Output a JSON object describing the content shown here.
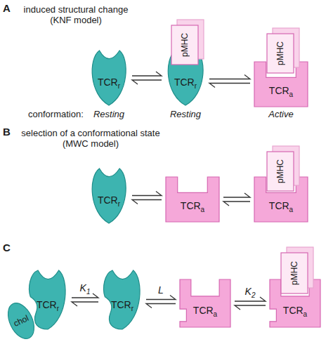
{
  "diagram": {
    "nodes": [
      {
        "text": [
          "TCRr"
        ]
      },
      {
        "text": [
          "pMHC"
        ]
      },
      {
        "text": [
          "TCRr"
        ]
      },
      {
        "text": [
          "pMHC"
        ]
      },
      {
        "text": [
          "TCRa"
        ]
      },
      {
        "text": [
          "TCRr"
        ]
      },
      {
        "text": [
          "TCRa"
        ]
      },
      {
        "text": [
          "pMHC"
        ]
      },
      {
        "text": [
          "TCRa"
        ]
      },
      {
        "text": [
          "chol"
        ]
      },
      {
        "text": [
          "TCRr"
        ]
      },
      {
        "text": [
          "TCRr"
        ]
      },
      {
        "text": [
          "TCRa"
        ]
      },
      {
        "text": [
          "pMHC"
        ]
      },
      {
        "text": [
          "TCRa"
        ]
      }
    ],
    "edges": [
      {
        "from": 0,
        "to": 2,
        "arrow": "both"
      },
      {
        "from": 2,
        "to": 4,
        "arrow": "both"
      },
      {
        "from": 5,
        "to": 6,
        "arrow": "both"
      },
      {
        "from": 6,
        "to": 8,
        "arrow": "both"
      },
      {
        "from": 10,
        "to": 11,
        "label": "K1",
        "arrow": "both"
      },
      {
        "from": 11,
        "to": 12,
        "label": "L",
        "arrow": "both"
      },
      {
        "from": 12,
        "to": 14,
        "label": "K2",
        "arrow": "both"
      }
    ],
    "labels": [
      "A",
      "induced structural change (KNF model)",
      "conformation:",
      "Resting",
      "Resting",
      "Active",
      "B",
      "selection of a conformational state (MWC model)",
      "C"
    ]
  }
}
